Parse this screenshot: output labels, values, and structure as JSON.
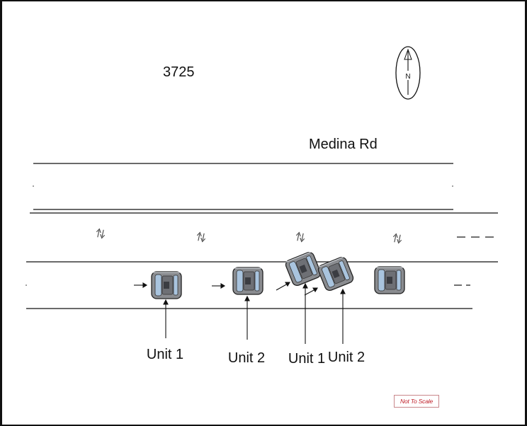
{
  "diagram": {
    "case_number": "3725",
    "road_name": "Medina Rd",
    "north_label": "N",
    "units": [
      {
        "label": "Unit 1"
      },
      {
        "label": "Unit 2"
      },
      {
        "label": "Unit 1"
      },
      {
        "label": "Unit 2"
      }
    ],
    "scale_note": "Not To Scale"
  },
  "colors": {
    "line": "#111111",
    "car_body": "#8a8c90",
    "car_window": "#a9c4de",
    "scale_note_text": "#c0202a",
    "scale_note_border": "#c9878b"
  }
}
